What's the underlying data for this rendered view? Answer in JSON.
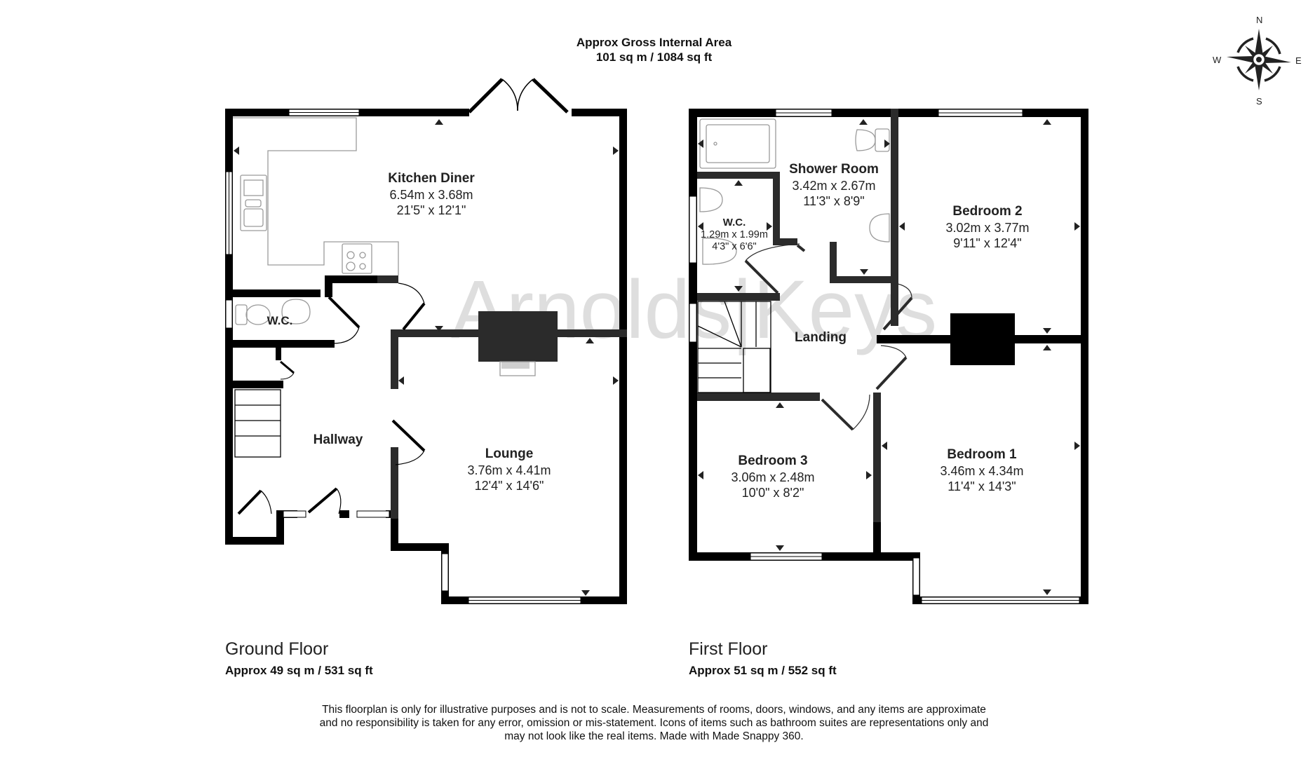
{
  "header": {
    "title_line1": "Approx Gross Internal Area",
    "title_line2": "101 sq m / 1084 sq ft"
  },
  "compass": {
    "n": "N",
    "e": "E",
    "s": "S",
    "w": "W"
  },
  "watermark": "Arnolds|Keys",
  "floors": [
    {
      "name": "Ground Floor",
      "area": "Approx 49 sq m / 531 sq ft",
      "rooms": [
        {
          "name": "Kitchen Diner",
          "metric": "6.54m x 3.68m",
          "imperial": "21'5\" x 12'1\""
        },
        {
          "name": "W.C.",
          "metric": "",
          "imperial": ""
        },
        {
          "name": "Hallway",
          "metric": "",
          "imperial": ""
        },
        {
          "name": "Lounge",
          "metric": "3.76m x 4.41m",
          "imperial": "12'4\" x 14'6\""
        }
      ]
    },
    {
      "name": "First Floor",
      "area": "Approx 51 sq m / 552 sq ft",
      "rooms": [
        {
          "name": "Shower Room",
          "metric": "3.42m x 2.67m",
          "imperial": "11'3\" x 8'9\""
        },
        {
          "name": "W.C.",
          "metric": "1.29m x 1.99m",
          "imperial": "4'3\" x 6'6\""
        },
        {
          "name": "Bedroom 2",
          "metric": "3.02m x 3.77m",
          "imperial": "9'11\" x 12'4\""
        },
        {
          "name": "Landing",
          "metric": "",
          "imperial": ""
        },
        {
          "name": "Bedroom 3",
          "metric": "3.06m x 2.48m",
          "imperial": "10'0\" x 8'2\""
        },
        {
          "name": "Bedroom 1",
          "metric": "3.46m x 4.34m",
          "imperial": "11'4\" x 14'3\""
        }
      ]
    }
  ],
  "disclaimer": {
    "line1": "This floorplan is only for illustrative purposes and is not to scale. Measurements of rooms, doors, windows, and any items are approximate",
    "line2": "and no responsibility is taken for any error, omission or mis-statement. Icons of items such as bathroom suites are representations only and",
    "line3": "may not look like the real items. Made with Made Snappy 360."
  },
  "colors": {
    "wall": "#000000",
    "wall_internal": "#2b2b2b",
    "fixture": "#9a9a9a",
    "watermark": "#d9d9d9"
  }
}
